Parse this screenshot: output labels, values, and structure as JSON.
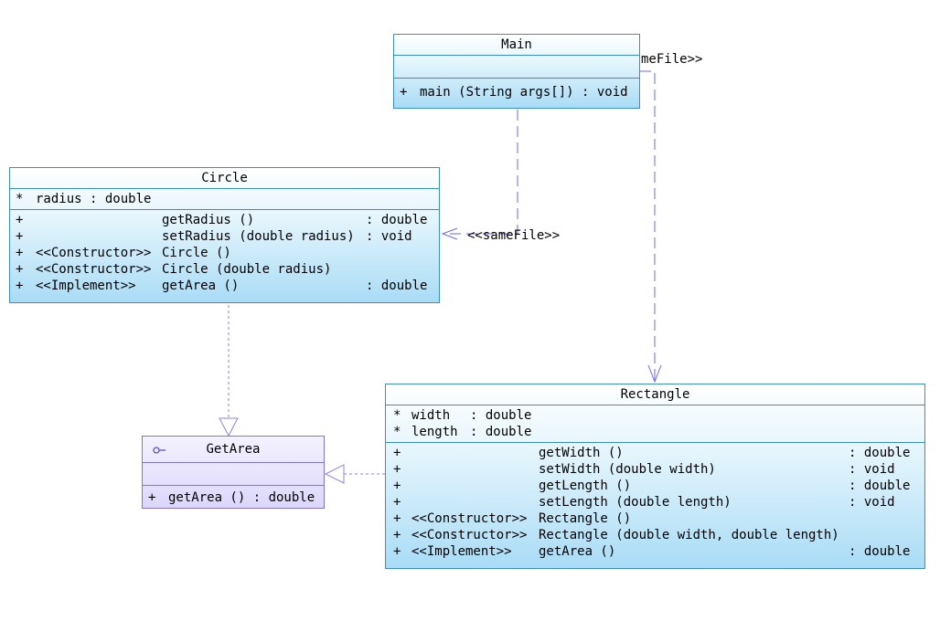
{
  "main": {
    "name": "Main",
    "methods": [
      {
        "vis": "+",
        "text": "main (String args[]) : void"
      }
    ]
  },
  "circle": {
    "name": "Circle",
    "attributes": [
      {
        "vis": "*",
        "text": "radius : double"
      }
    ],
    "methods": [
      {
        "vis": "+",
        "stereo": "",
        "sig": "getRadius ()",
        "ret": ": double"
      },
      {
        "vis": "+",
        "stereo": "",
        "sig": "setRadius (double radius)",
        "ret": ": void"
      },
      {
        "vis": "+",
        "stereo": "<<Constructor>>",
        "sig": "Circle ()",
        "ret": ""
      },
      {
        "vis": "+",
        "stereo": "<<Constructor>>",
        "sig": "Circle (double radius)",
        "ret": ""
      },
      {
        "vis": "+",
        "stereo": "<<Implement>>",
        "sig": "getArea ()",
        "ret": ": double"
      }
    ]
  },
  "getarea": {
    "name": "GetArea",
    "icon": "interface-lollipop-icon",
    "methods": [
      {
        "vis": "+",
        "text": "getArea () : double"
      }
    ]
  },
  "rectangle": {
    "name": "Rectangle",
    "attributes": [
      {
        "vis": "*",
        "name": "width",
        "type": ": double"
      },
      {
        "vis": "*",
        "name": "length",
        "type": ": double"
      }
    ],
    "methods": [
      {
        "vis": "+",
        "stereo": "",
        "sig": "getWidth ()",
        "ret": ": double"
      },
      {
        "vis": "+",
        "stereo": "",
        "sig": "setWidth (double width)",
        "ret": ": void"
      },
      {
        "vis": "+",
        "stereo": "",
        "sig": "getLength ()",
        "ret": ": double"
      },
      {
        "vis": "+",
        "stereo": "",
        "sig": "setLength (double length)",
        "ret": ": void"
      },
      {
        "vis": "+",
        "stereo": "<<Constructor>>",
        "sig": "Rectangle ()",
        "ret": ""
      },
      {
        "vis": "+",
        "stereo": "<<Constructor>>",
        "sig": "Rectangle (double width, double length)",
        "ret": ""
      },
      {
        "vis": "+",
        "stereo": "<<Implement>>",
        "sig": "getArea ()",
        "ret": ": double"
      }
    ]
  },
  "labels": {
    "samefile_circle": "<<sameFile>>",
    "samefile_rect_clipped": "meFile>>"
  },
  "colors": {
    "class_border": "#3a8ecf",
    "interface_border": "#7d76d8",
    "dependency_line": "#6a6af0"
  }
}
